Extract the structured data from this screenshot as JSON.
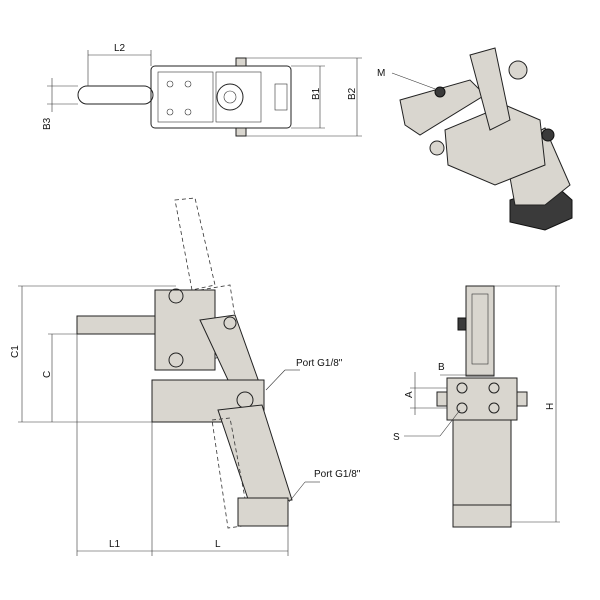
{
  "labels": {
    "L2": "L2",
    "B1": "B1",
    "B2": "B2",
    "B3": "B3",
    "M": "M",
    "C1": "C1",
    "C": "C",
    "L1": "L1",
    "L": "L",
    "H": "H",
    "A": "A",
    "B": "B",
    "S": "S",
    "port_upper": "Port G1/8\"",
    "port_lower": "Port G1/8\""
  }
}
